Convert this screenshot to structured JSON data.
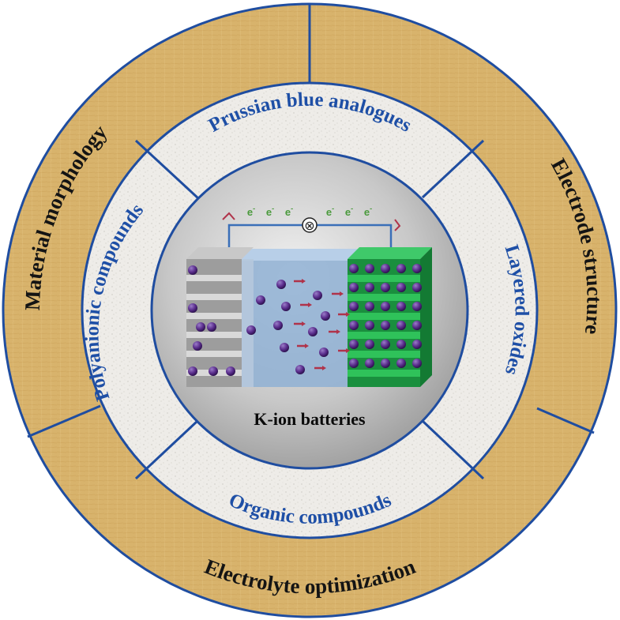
{
  "outer_ring": {
    "top_left": "Material   morphology",
    "right": "Electrode structure",
    "bottom": "Electrolyte optimization"
  },
  "middle_ring": {
    "top": "Prussian blue analogues",
    "right": "Layered oxides",
    "bottom": "Organic compounds",
    "left": "Polyanionic compounds"
  },
  "center": {
    "title": "K-ion batteries",
    "electron_symbol": "e",
    "electron_charge": "-",
    "load_symbol": "⊗"
  },
  "colors": {
    "outer_ring_fill": "#d6b06a",
    "middle_ring_fill": "#ece9e3",
    "ring_stroke": "#1f4da0",
    "center_fill": "#cfcfcf",
    "anode": "#a9a9a9",
    "cathode": "#1fa34a",
    "electrolyte": "#8fb0d4",
    "ion": "#5a2d8c",
    "arrow": "#b0334a"
  }
}
